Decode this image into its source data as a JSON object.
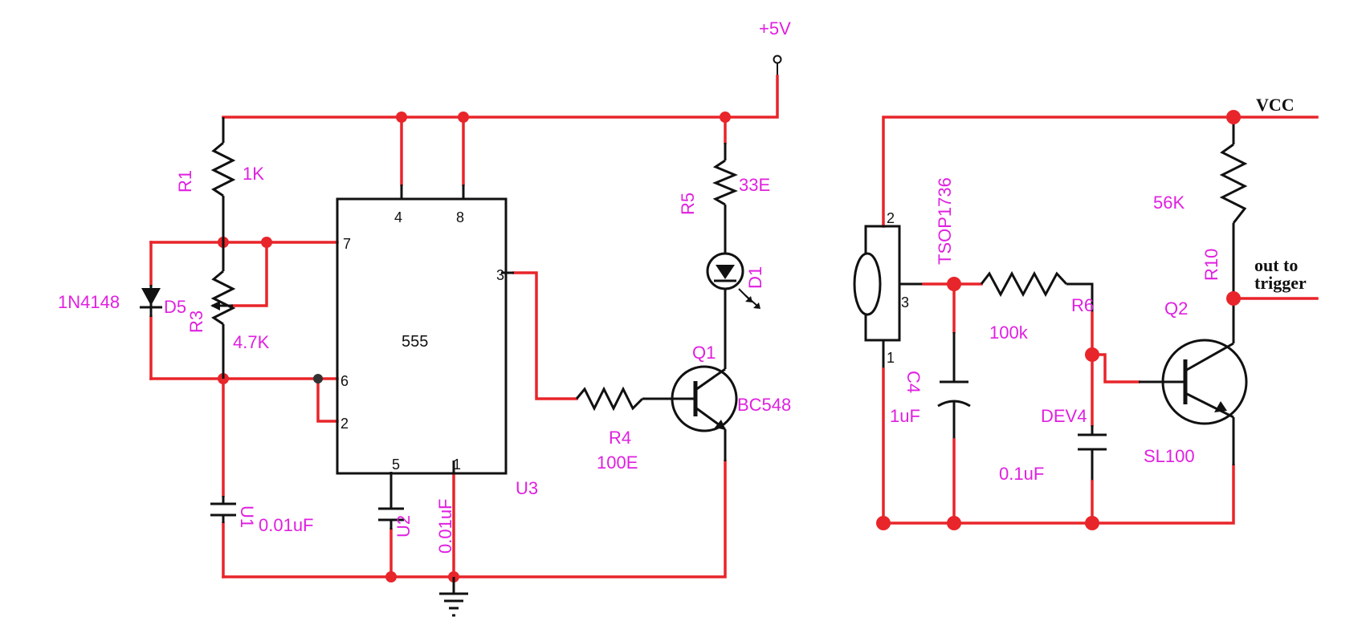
{
  "left_circuit": {
    "supply": "+5V",
    "r1": {
      "ref": "R1",
      "value": "1K"
    },
    "r3": {
      "ref": "R3",
      "value": "4.7K"
    },
    "d5": {
      "ref": "D5",
      "value": "1N4148"
    },
    "u1": {
      "ref": "U1",
      "value": "0.01uF"
    },
    "u2": {
      "ref": "U2",
      "value": "0.01uF"
    },
    "ic": {
      "ref": "U3",
      "name": "555",
      "pins": {
        "p4": "4",
        "p8": "8",
        "p7": "7",
        "p6": "6",
        "p2": "2",
        "p3": "3",
        "p5": "5",
        "p1": "1"
      }
    },
    "r4": {
      "ref": "R4",
      "value": "100E"
    },
    "r5": {
      "ref": "R5",
      "value": "33E"
    },
    "d1": {
      "ref": "D1"
    },
    "q1": {
      "ref": "Q1",
      "value": "BC548"
    }
  },
  "right_circuit": {
    "vcc": "VCC",
    "sensor": {
      "ref": "TSOP1736",
      "pins": {
        "p2": "2",
        "p3": "3",
        "p1": "1"
      }
    },
    "c4": {
      "ref": "C4",
      "value": "1uF"
    },
    "r6": {
      "ref": "R6",
      "value": "100k"
    },
    "dev4": {
      "ref": "DEV4",
      "value": "0.1uF"
    },
    "r10": {
      "ref": "R10",
      "value": "56K"
    },
    "q2": {
      "ref": "Q2",
      "value": "SL100"
    },
    "output": "out to trigger",
    "output_line1": "out to",
    "output_line2": "trigger"
  },
  "colors": {
    "wire": "#e8252a",
    "label": "#e020e0",
    "symbol": "#111111"
  }
}
